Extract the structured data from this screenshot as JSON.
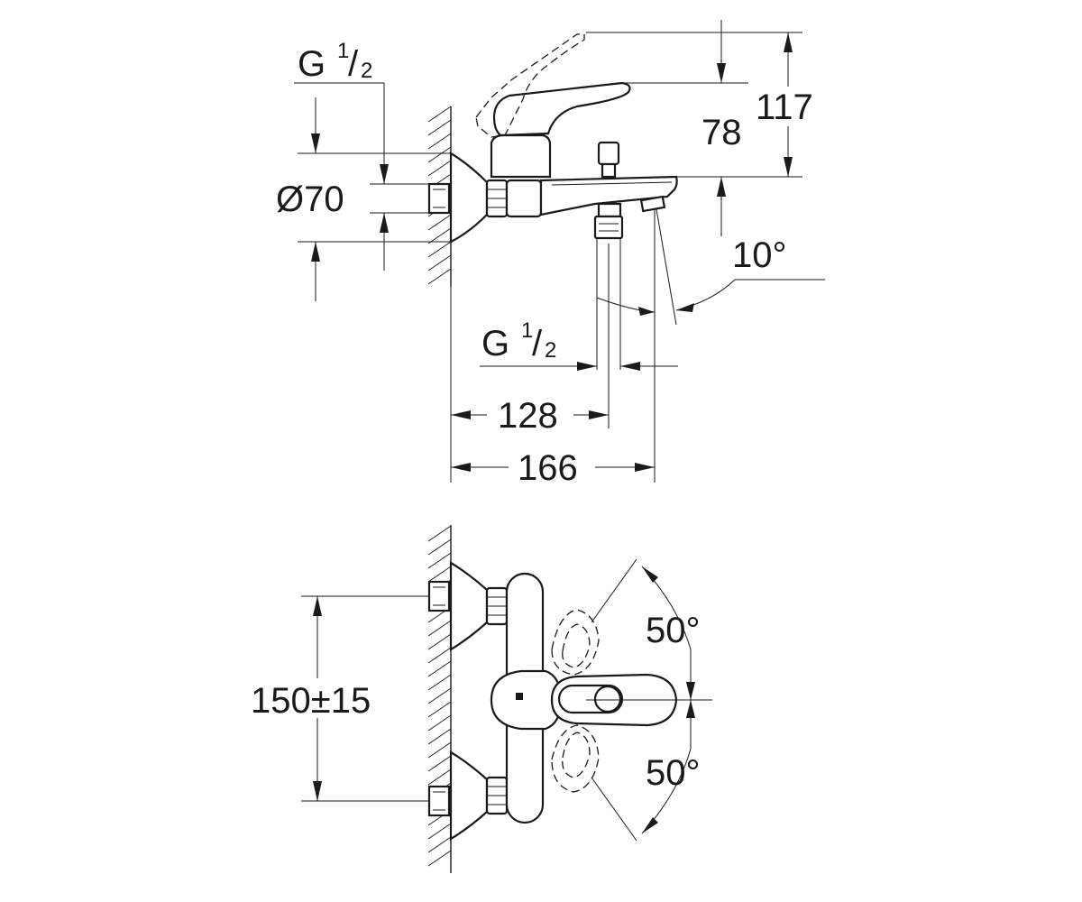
{
  "dimensions": {
    "height_total": "117",
    "height_spout": "78",
    "rosette_diameter": "Ø70",
    "inlet_thread_top": {
      "main": "G",
      "sup": "1",
      "rest": "/",
      "sub": "2"
    },
    "outlet_thread": {
      "main": "G",
      "sup": "1",
      "rest": "/",
      "sub": "2"
    },
    "spout_angle": "10°",
    "projection_outlet": "128",
    "projection_total": "166",
    "centres": "150±15",
    "lever_angle_up": "50°",
    "lever_angle_down": "50°"
  },
  "colors": {
    "line": "#1a1a1a",
    "background": "#ffffff"
  }
}
